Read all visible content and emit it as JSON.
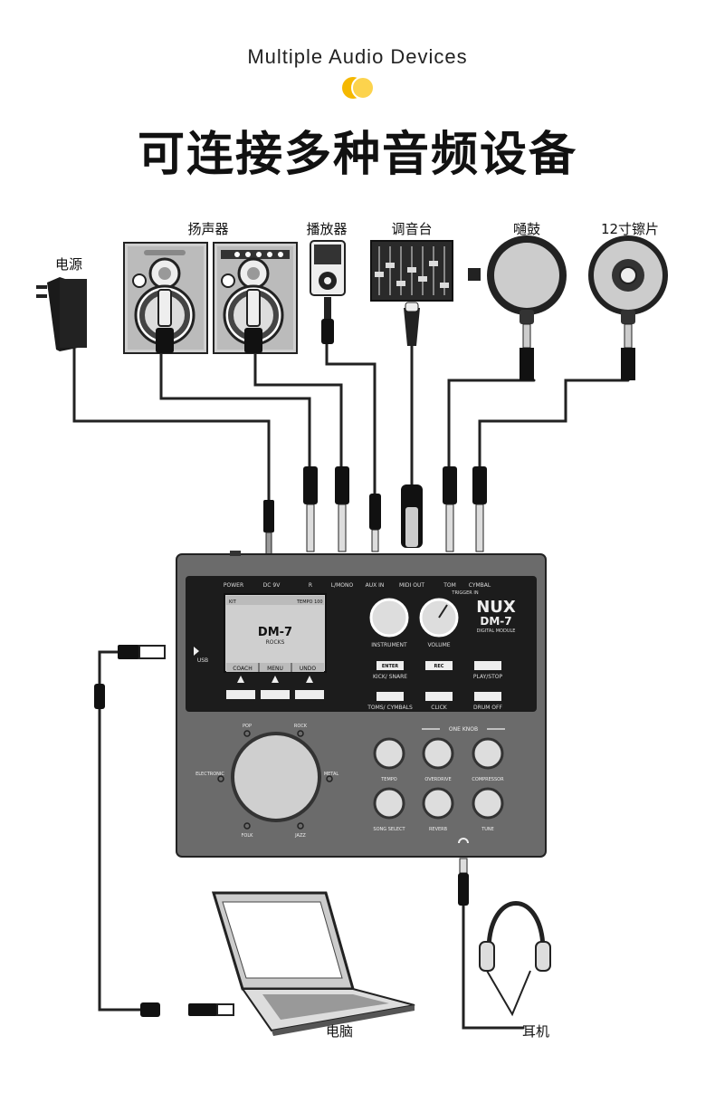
{
  "header": {
    "subtitle": "Multiple Audio Devices",
    "title": "可连接多种音频设备",
    "accent_color": "#f5b800"
  },
  "devices": {
    "power": "电源",
    "speakers": "扬声器",
    "player": "播放器",
    "mixer": "调音台",
    "tom": "嗵鼓",
    "cymbal": "12寸镲片",
    "computer": "电脑",
    "headphones": "耳机"
  },
  "module": {
    "brand": "NUX",
    "model": "DM-7",
    "model_sub": "DIGITAL MODULE",
    "usb_label": "USB",
    "ports": {
      "power": "POWER",
      "dc": "DC 9V",
      "r": "R",
      "lmono": "L/MONO",
      "aux": "AUX IN",
      "midi": "MIDI OUT",
      "tom": "TOM",
      "cymbal": "CYMBAL",
      "trigger": "TRIGGER IN"
    },
    "screen": {
      "kit_label": "KIT",
      "tempo": "TEMPO 100",
      "title": "DM-7",
      "subtitle": "ROCKS",
      "soft_keys": [
        "COACH",
        "MENU",
        "UNDO"
      ]
    },
    "knobs": {
      "instrument": "INSTRUMENT",
      "volume": "VOLUME"
    },
    "buttons": {
      "enter": "ENTER",
      "kick_snare": "KICK/ SNARE",
      "rec": "REC",
      "play_stop": "PLAY/STOP",
      "toms_cymbals": "TOMS/ CYMBALS",
      "click": "CLICK",
      "drum_off": "DRUM OFF"
    },
    "styles": {
      "pop": "POP",
      "rock": "ROCK",
      "electronic": "ELECTRONIC",
      "metal": "METAL",
      "folk": "FOLK",
      "jazz": "JAZZ"
    },
    "one_knob": {
      "header": "ONE KNOB",
      "tempo": "TEMPO",
      "overdrive": "OVERDRIVE",
      "compressor": "COMPRESSOR",
      "song_select": "SONG SELECT",
      "reverb": "REVERB",
      "tune": "TUNE"
    }
  }
}
